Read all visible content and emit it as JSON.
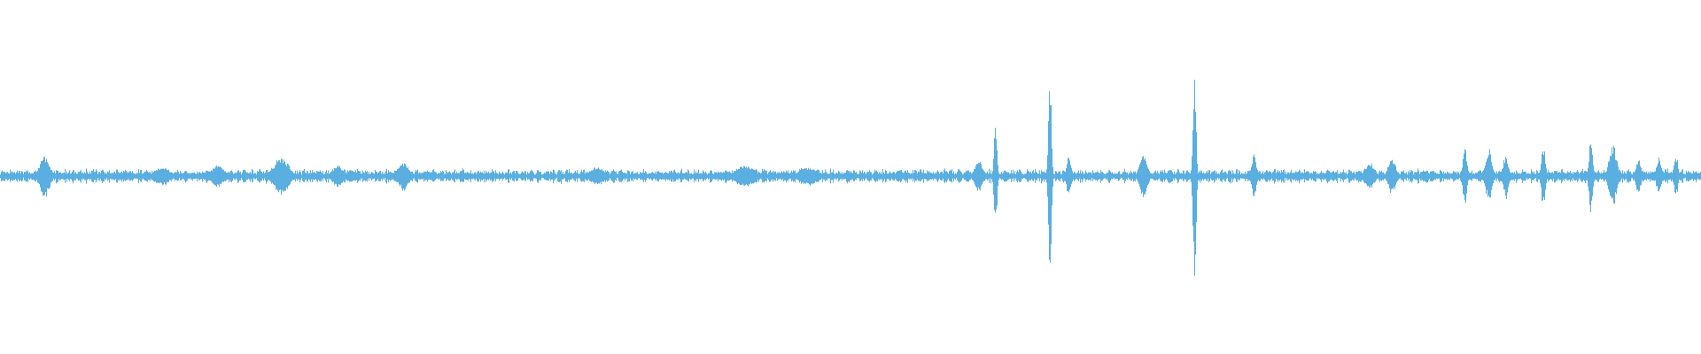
{
  "waveform": {
    "color": "#5aaee0",
    "background": "#ffffff",
    "baseline_amplitude": 0.04,
    "duration_samples": 1920,
    "peaks": [
      {
        "pos": 0.026,
        "amp": 0.11,
        "width": 0.004
      },
      {
        "pos": 0.095,
        "amp": 0.05,
        "width": 0.006
      },
      {
        "pos": 0.128,
        "amp": 0.06,
        "width": 0.005
      },
      {
        "pos": 0.165,
        "amp": 0.1,
        "width": 0.006
      },
      {
        "pos": 0.198,
        "amp": 0.06,
        "width": 0.004
      },
      {
        "pos": 0.237,
        "amp": 0.08,
        "width": 0.004
      },
      {
        "pos": 0.351,
        "amp": 0.05,
        "width": 0.006
      },
      {
        "pos": 0.438,
        "amp": 0.06,
        "width": 0.008
      },
      {
        "pos": 0.475,
        "amp": 0.05,
        "width": 0.008
      },
      {
        "pos": 0.575,
        "amp": 0.09,
        "width": 0.003
      },
      {
        "pos": 0.585,
        "amp": 0.28,
        "width": 0.0012
      },
      {
        "pos": 0.617,
        "amp": 0.52,
        "width": 0.0012
      },
      {
        "pos": 0.628,
        "amp": 0.1,
        "width": 0.002
      },
      {
        "pos": 0.672,
        "amp": 0.12,
        "width": 0.003
      },
      {
        "pos": 0.702,
        "amp": 0.56,
        "width": 0.0012
      },
      {
        "pos": 0.737,
        "amp": 0.12,
        "width": 0.002
      },
      {
        "pos": 0.805,
        "amp": 0.07,
        "width": 0.004
      },
      {
        "pos": 0.818,
        "amp": 0.1,
        "width": 0.003
      },
      {
        "pos": 0.861,
        "amp": 0.18,
        "width": 0.0015
      },
      {
        "pos": 0.875,
        "amp": 0.14,
        "width": 0.0025
      },
      {
        "pos": 0.885,
        "amp": 0.12,
        "width": 0.002
      },
      {
        "pos": 0.907,
        "amp": 0.18,
        "width": 0.0015
      },
      {
        "pos": 0.935,
        "amp": 0.2,
        "width": 0.0015
      },
      {
        "pos": 0.948,
        "amp": 0.16,
        "width": 0.003
      },
      {
        "pos": 0.963,
        "amp": 0.09,
        "width": 0.002
      },
      {
        "pos": 0.975,
        "amp": 0.1,
        "width": 0.002
      },
      {
        "pos": 0.985,
        "amp": 0.12,
        "width": 0.0015
      }
    ]
  }
}
